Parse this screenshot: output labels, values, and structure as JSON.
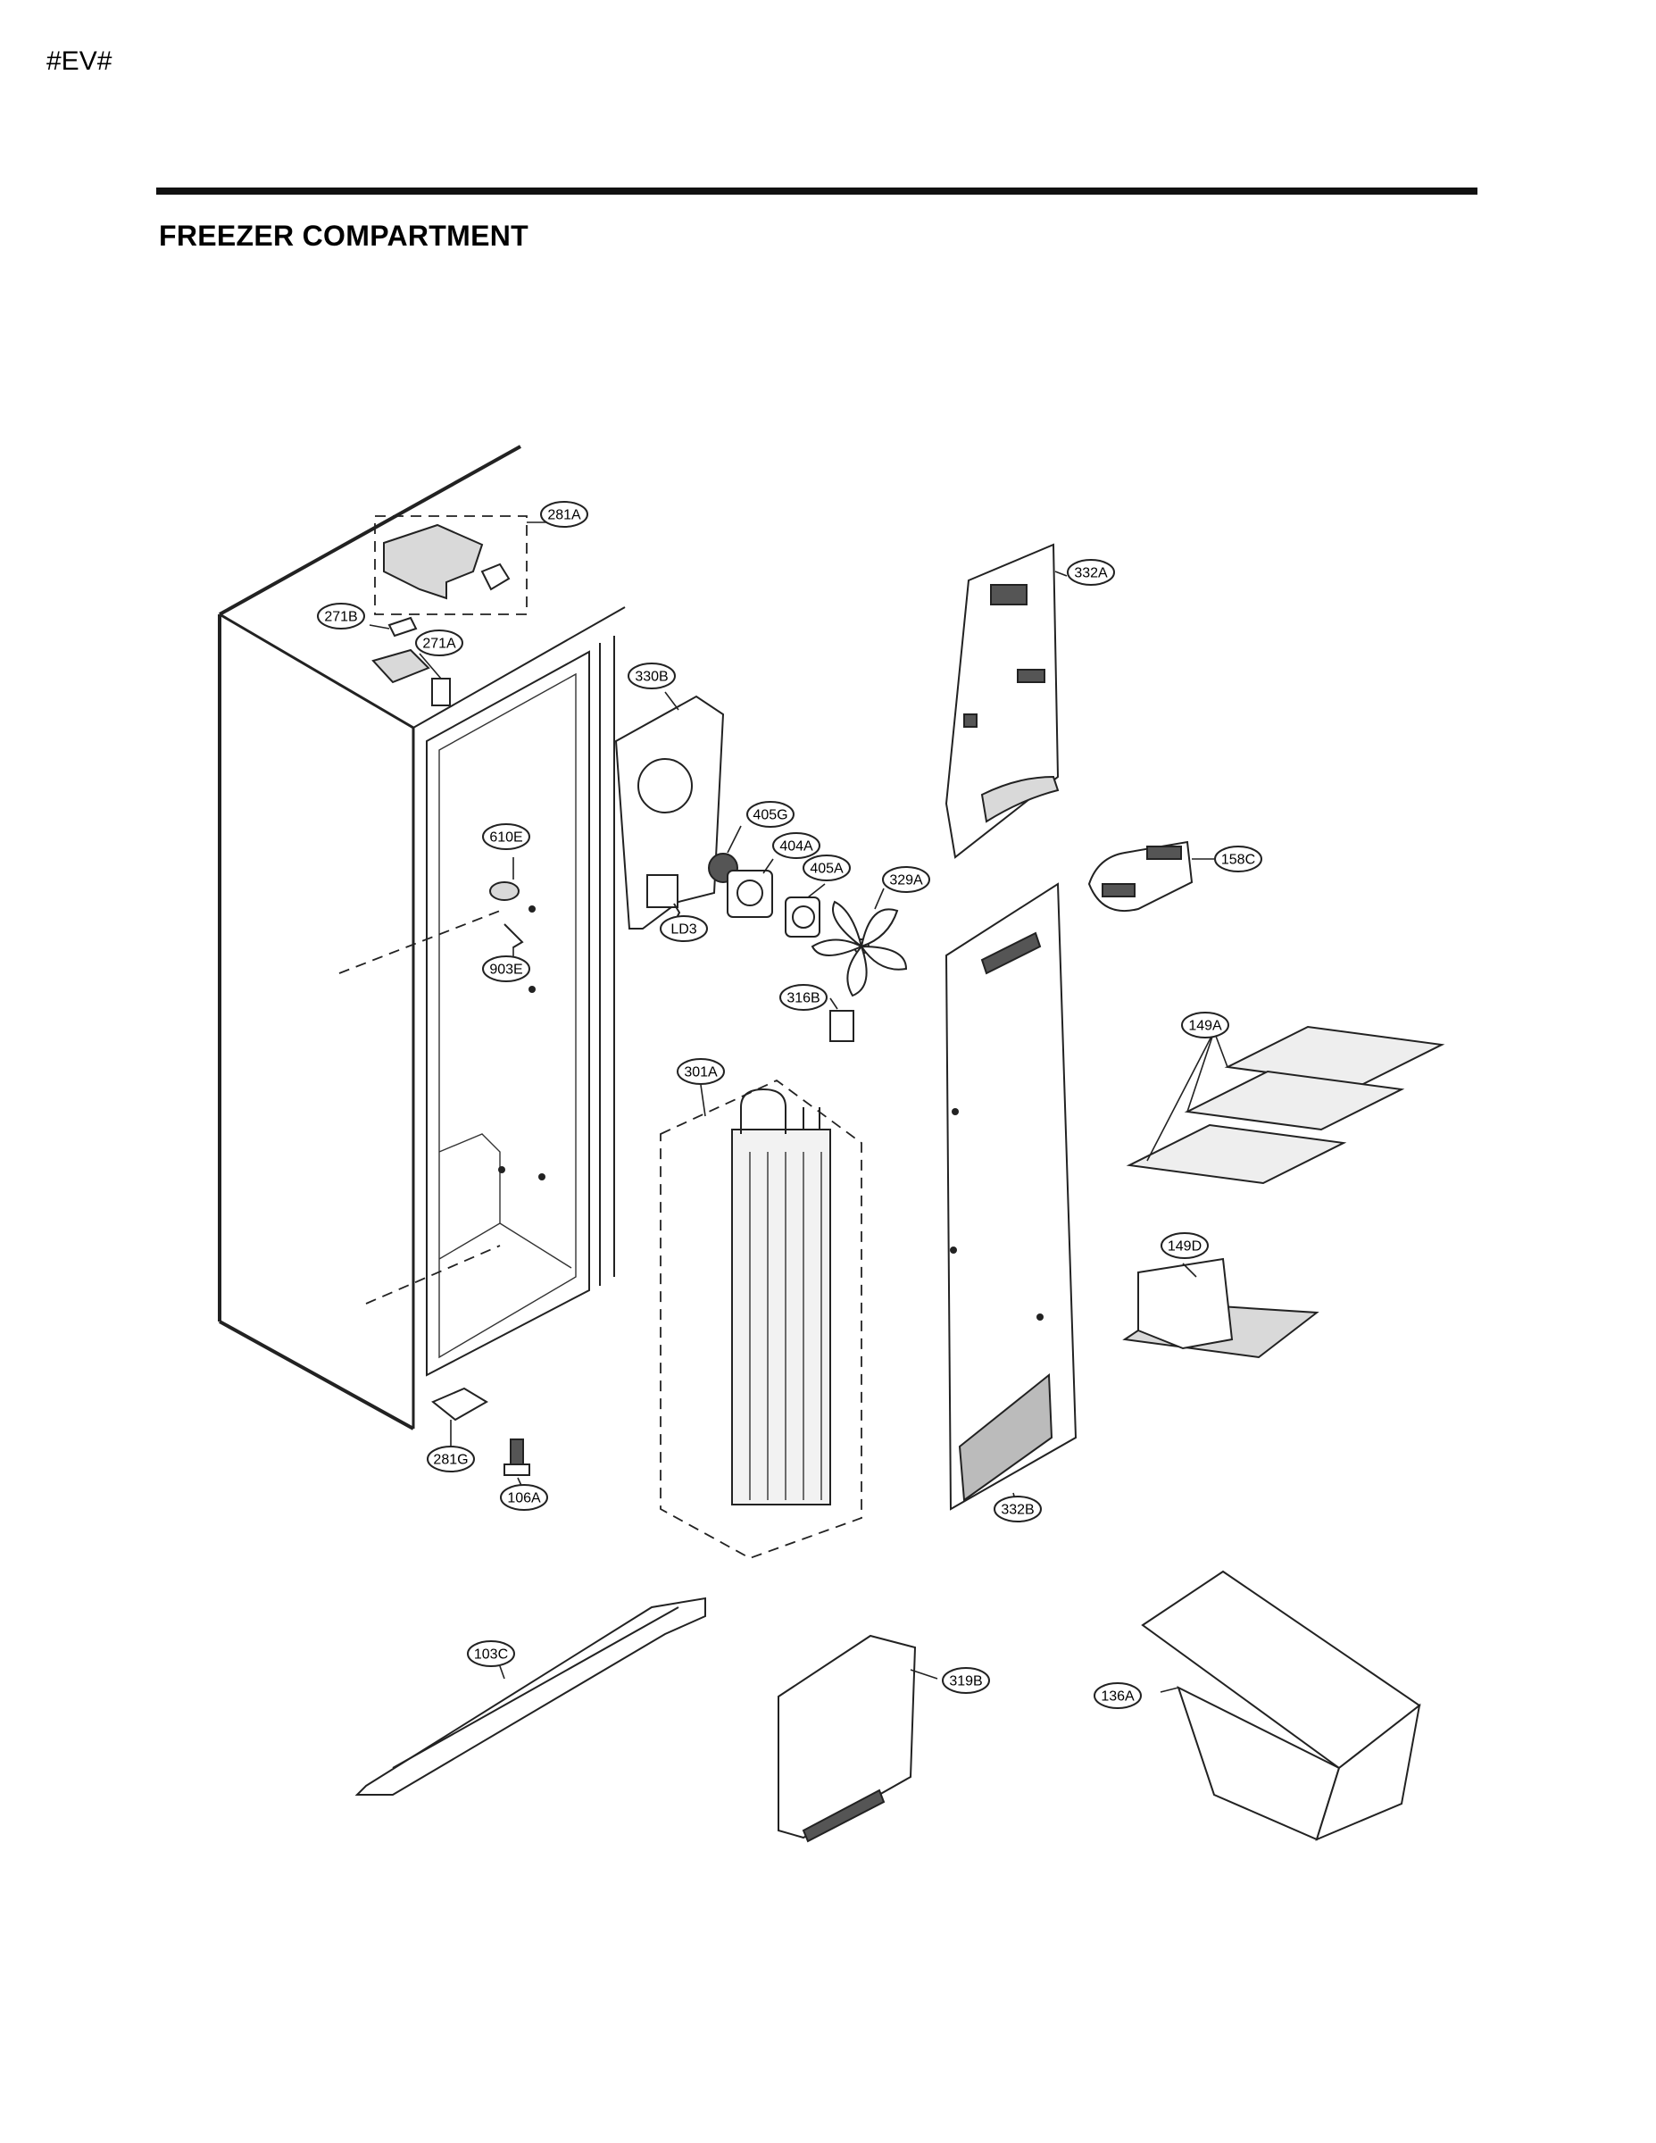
{
  "page": {
    "code": "#EV#",
    "section_title": "FREEZER COMPARTMENT"
  },
  "callouts": [
    {
      "id": "281A",
      "label": "281A"
    },
    {
      "id": "271B",
      "label": "271B"
    },
    {
      "id": "271A",
      "label": "271A"
    },
    {
      "id": "330B",
      "label": "330B"
    },
    {
      "id": "332A",
      "label": "332A"
    },
    {
      "id": "610E",
      "label": "610E"
    },
    {
      "id": "405G",
      "label": "405G"
    },
    {
      "id": "404A",
      "label": "404A"
    },
    {
      "id": "405A",
      "label": "405A"
    },
    {
      "id": "329A",
      "label": "329A"
    },
    {
      "id": "158C",
      "label": "158C"
    },
    {
      "id": "LD3",
      "label": "LD3"
    },
    {
      "id": "903E",
      "label": "903E"
    },
    {
      "id": "316B",
      "label": "316B"
    },
    {
      "id": "149A",
      "label": "149A"
    },
    {
      "id": "301A",
      "label": "301A"
    },
    {
      "id": "149D",
      "label": "149D"
    },
    {
      "id": "281G",
      "label": "281G"
    },
    {
      "id": "106A",
      "label": "106A"
    },
    {
      "id": "332B",
      "label": "332B"
    },
    {
      "id": "103C",
      "label": "103C"
    },
    {
      "id": "319B",
      "label": "319B"
    },
    {
      "id": "136A",
      "label": "136A"
    }
  ]
}
